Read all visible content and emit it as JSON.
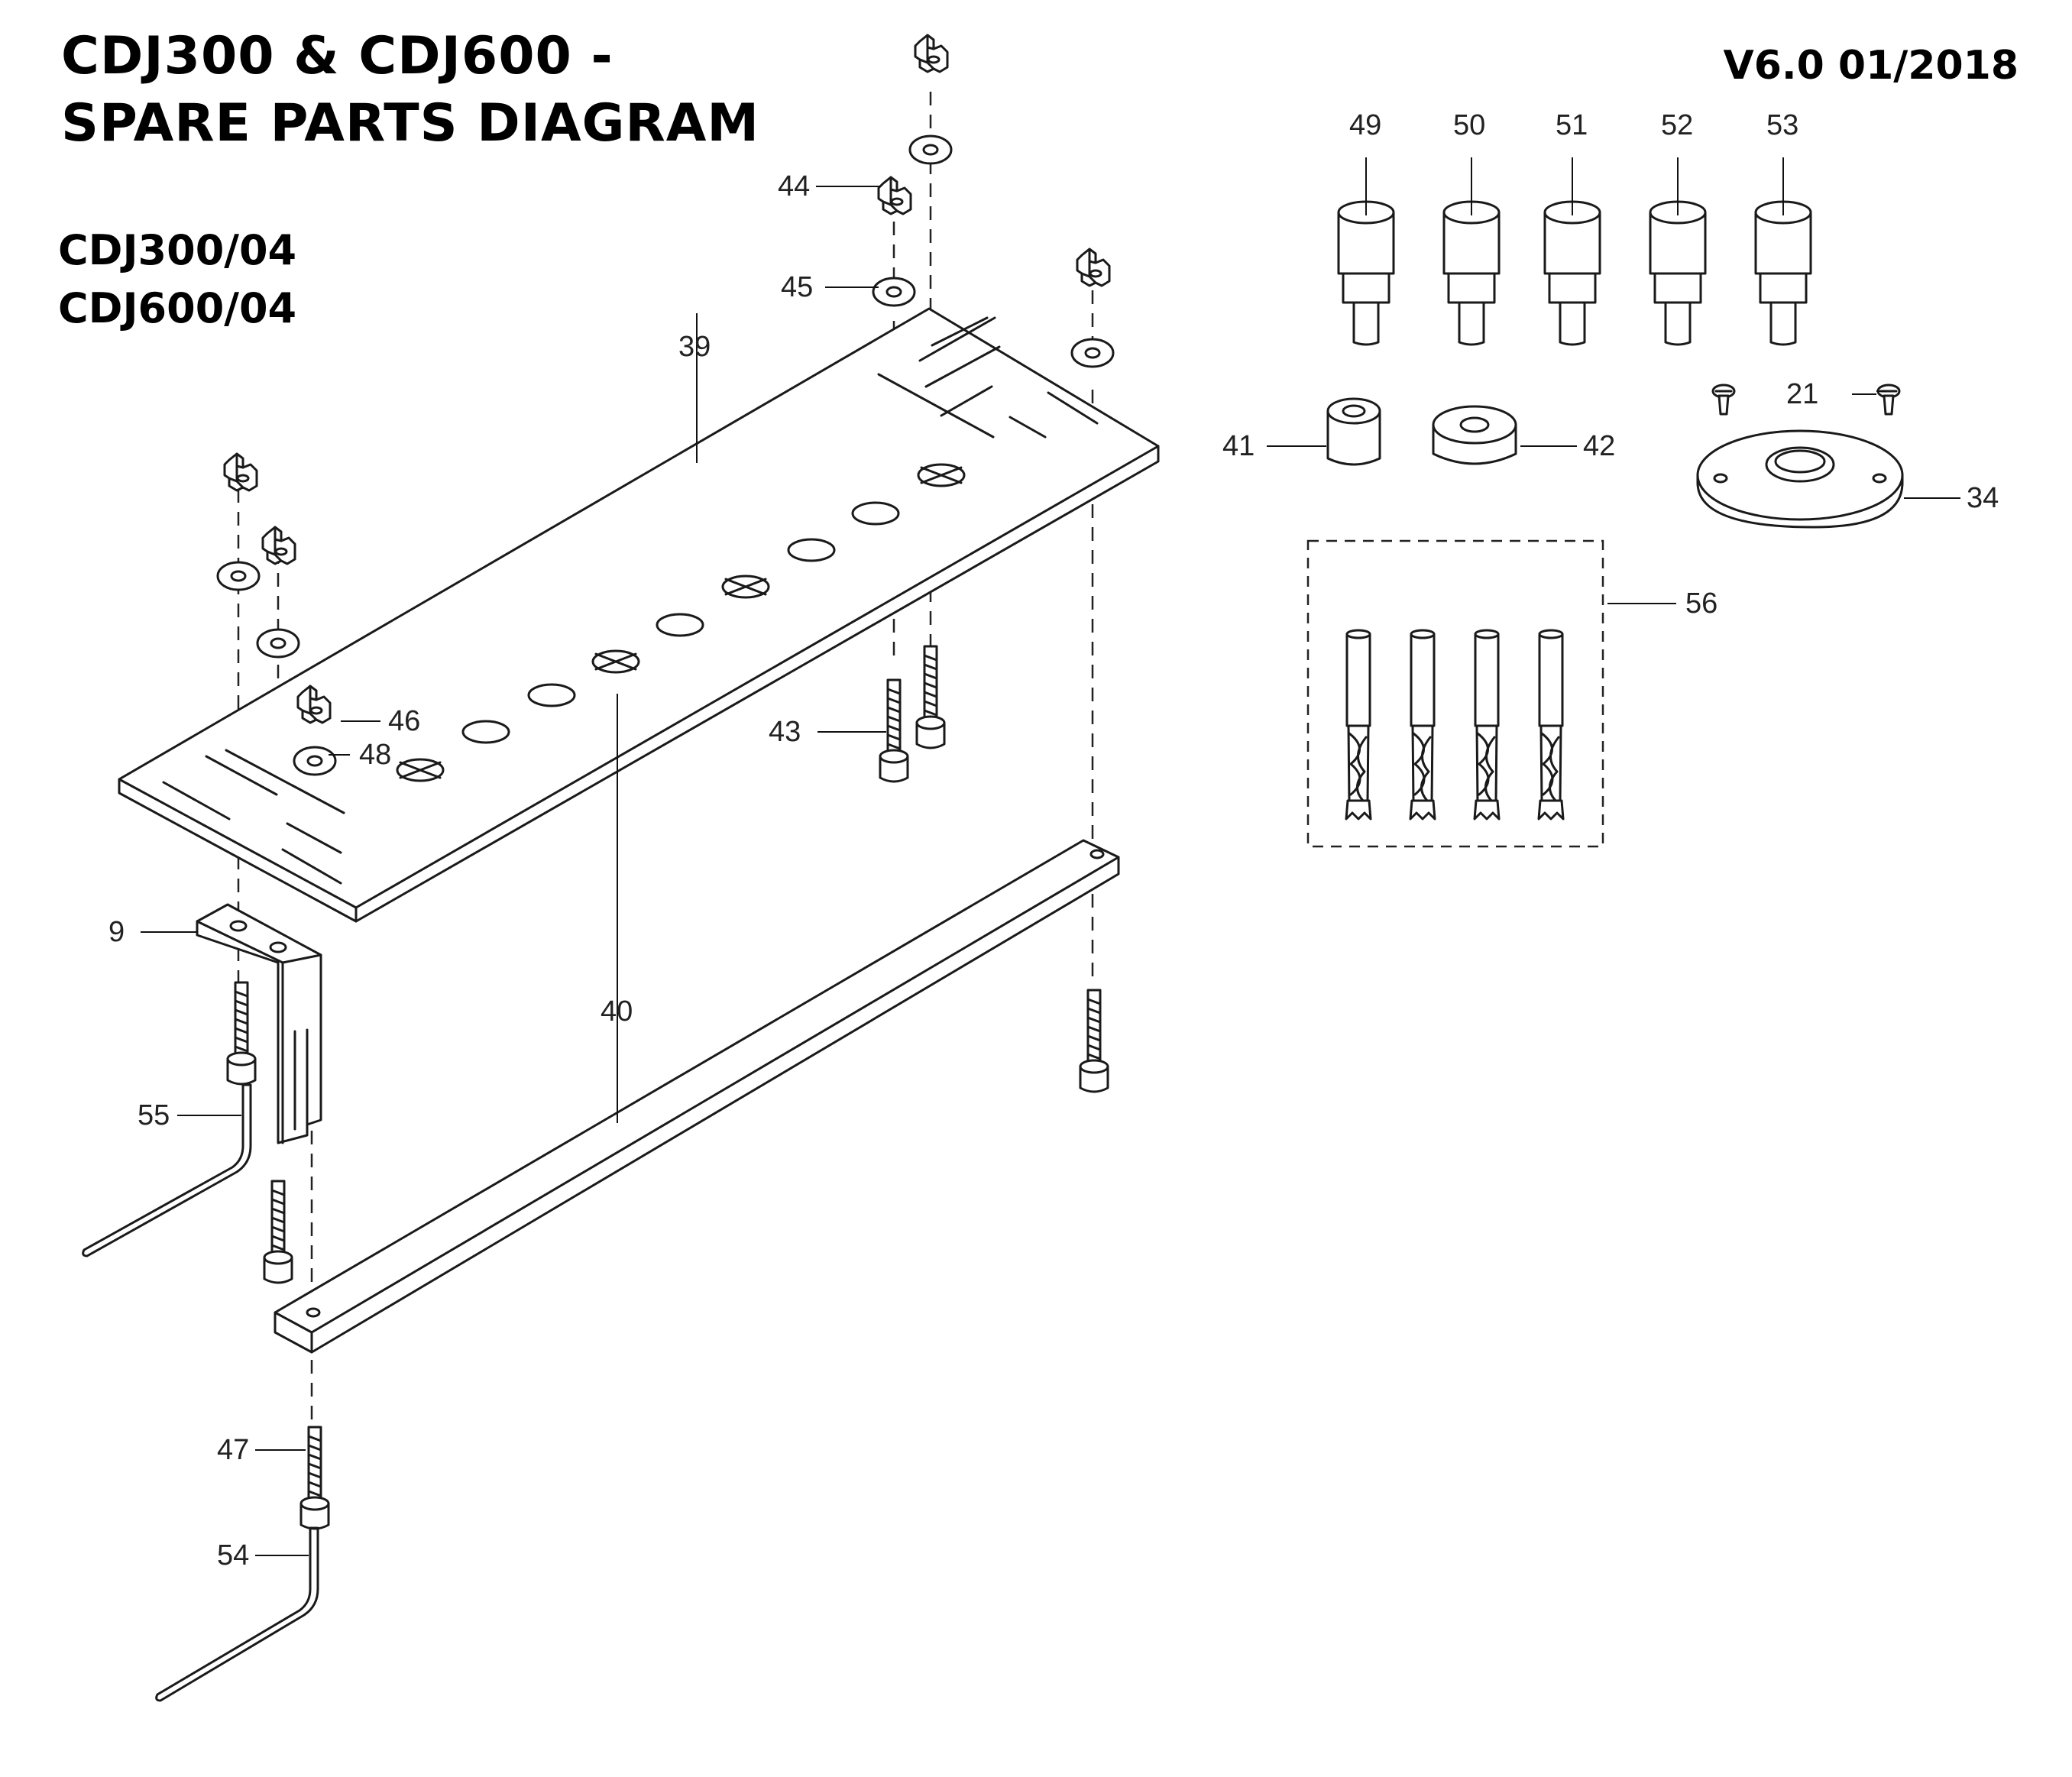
{
  "header": {
    "title_line1": "CDJ300 & CDJ600 -",
    "title_line2": "SPARE PARTS DIAGRAM",
    "model_line1": "CDJ300/04",
    "model_line2": "CDJ600/04",
    "version": "V6.0 01/2018"
  },
  "callouts": {
    "p9": "9",
    "p21": "21",
    "p34": "34",
    "p39": "39",
    "p40": "40",
    "p41": "41",
    "p42": "42",
    "p43": "43",
    "p44": "44",
    "p45": "45",
    "p46": "46",
    "p47": "47",
    "p48": "48",
    "p49": "49",
    "p50": "50",
    "p51": "51",
    "p52": "52",
    "p53": "53",
    "p54": "54",
    "p55": "55",
    "p56": "56"
  }
}
